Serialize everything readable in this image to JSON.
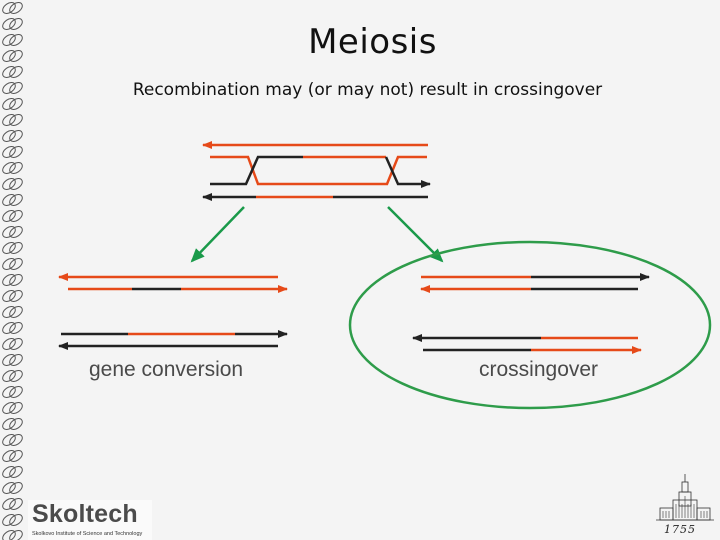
{
  "slide": {
    "title": "Meiosis",
    "subtitle": "Recombination may (or may not) result in crossingover"
  },
  "diagram": {
    "outcomes": {
      "left_label": "gene conversion",
      "right_label": "crossingover"
    },
    "colors": {
      "strand_orange": "#e64a19",
      "strand_black": "#222222",
      "arrow_green": "#1a9a4a",
      "circle_green": "#2e9c4a"
    }
  },
  "branding": {
    "logo_text": "Skoltech",
    "logo_tagline": "Skolkovo Institute of Science and Technology",
    "seal_year": "1755"
  }
}
